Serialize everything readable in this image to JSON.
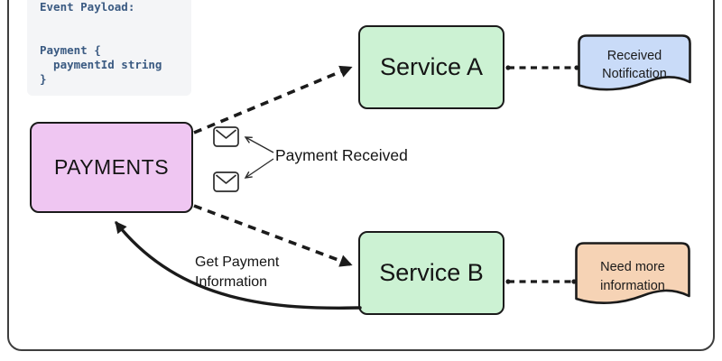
{
  "diagram": {
    "code_block": {
      "text": "Event Payload:\n\n\nPayment {\n  paymentId string\n}",
      "text_color": "#3a5a82",
      "bg_color": "#f4f5f7"
    },
    "nodes": {
      "payments": {
        "label": "PAYMENTS",
        "fill": "#efc6f2"
      },
      "service_a": {
        "label": "Service A",
        "fill": "#ccf2d3"
      },
      "service_b": {
        "label": "Service B",
        "fill": "#ccf2d3"
      },
      "received_notification": {
        "line1": "Received",
        "line2": "Notification",
        "fill": "#c9dbf8"
      },
      "need_more_information": {
        "line1": "Need more",
        "line2": "information",
        "fill": "#f6d3b5"
      }
    },
    "labels": {
      "payment_received": "Payment Received",
      "get_payment_line1": "Get Payment",
      "get_payment_line2": "Information"
    },
    "icons": [
      {
        "name": "envelope-icon",
        "meaning": "event message"
      },
      {
        "name": "envelope-icon",
        "meaning": "event message"
      }
    ],
    "edges": [
      {
        "from": "PAYMENTS",
        "to": "Service A",
        "style": "dashed-arrow"
      },
      {
        "from": "PAYMENTS",
        "to": "Service B",
        "style": "dashed-arrow"
      },
      {
        "from": "Service A",
        "to": "Received Notification",
        "style": "dashed-line"
      },
      {
        "from": "Service B",
        "to": "Need more information",
        "style": "dashed-line"
      },
      {
        "from": "Service B",
        "to": "PAYMENTS",
        "style": "solid-curved-arrow",
        "label": "Get Payment Information"
      }
    ],
    "stroke_color": "#1b1b1b",
    "frame_color": "#3e3e3e"
  }
}
